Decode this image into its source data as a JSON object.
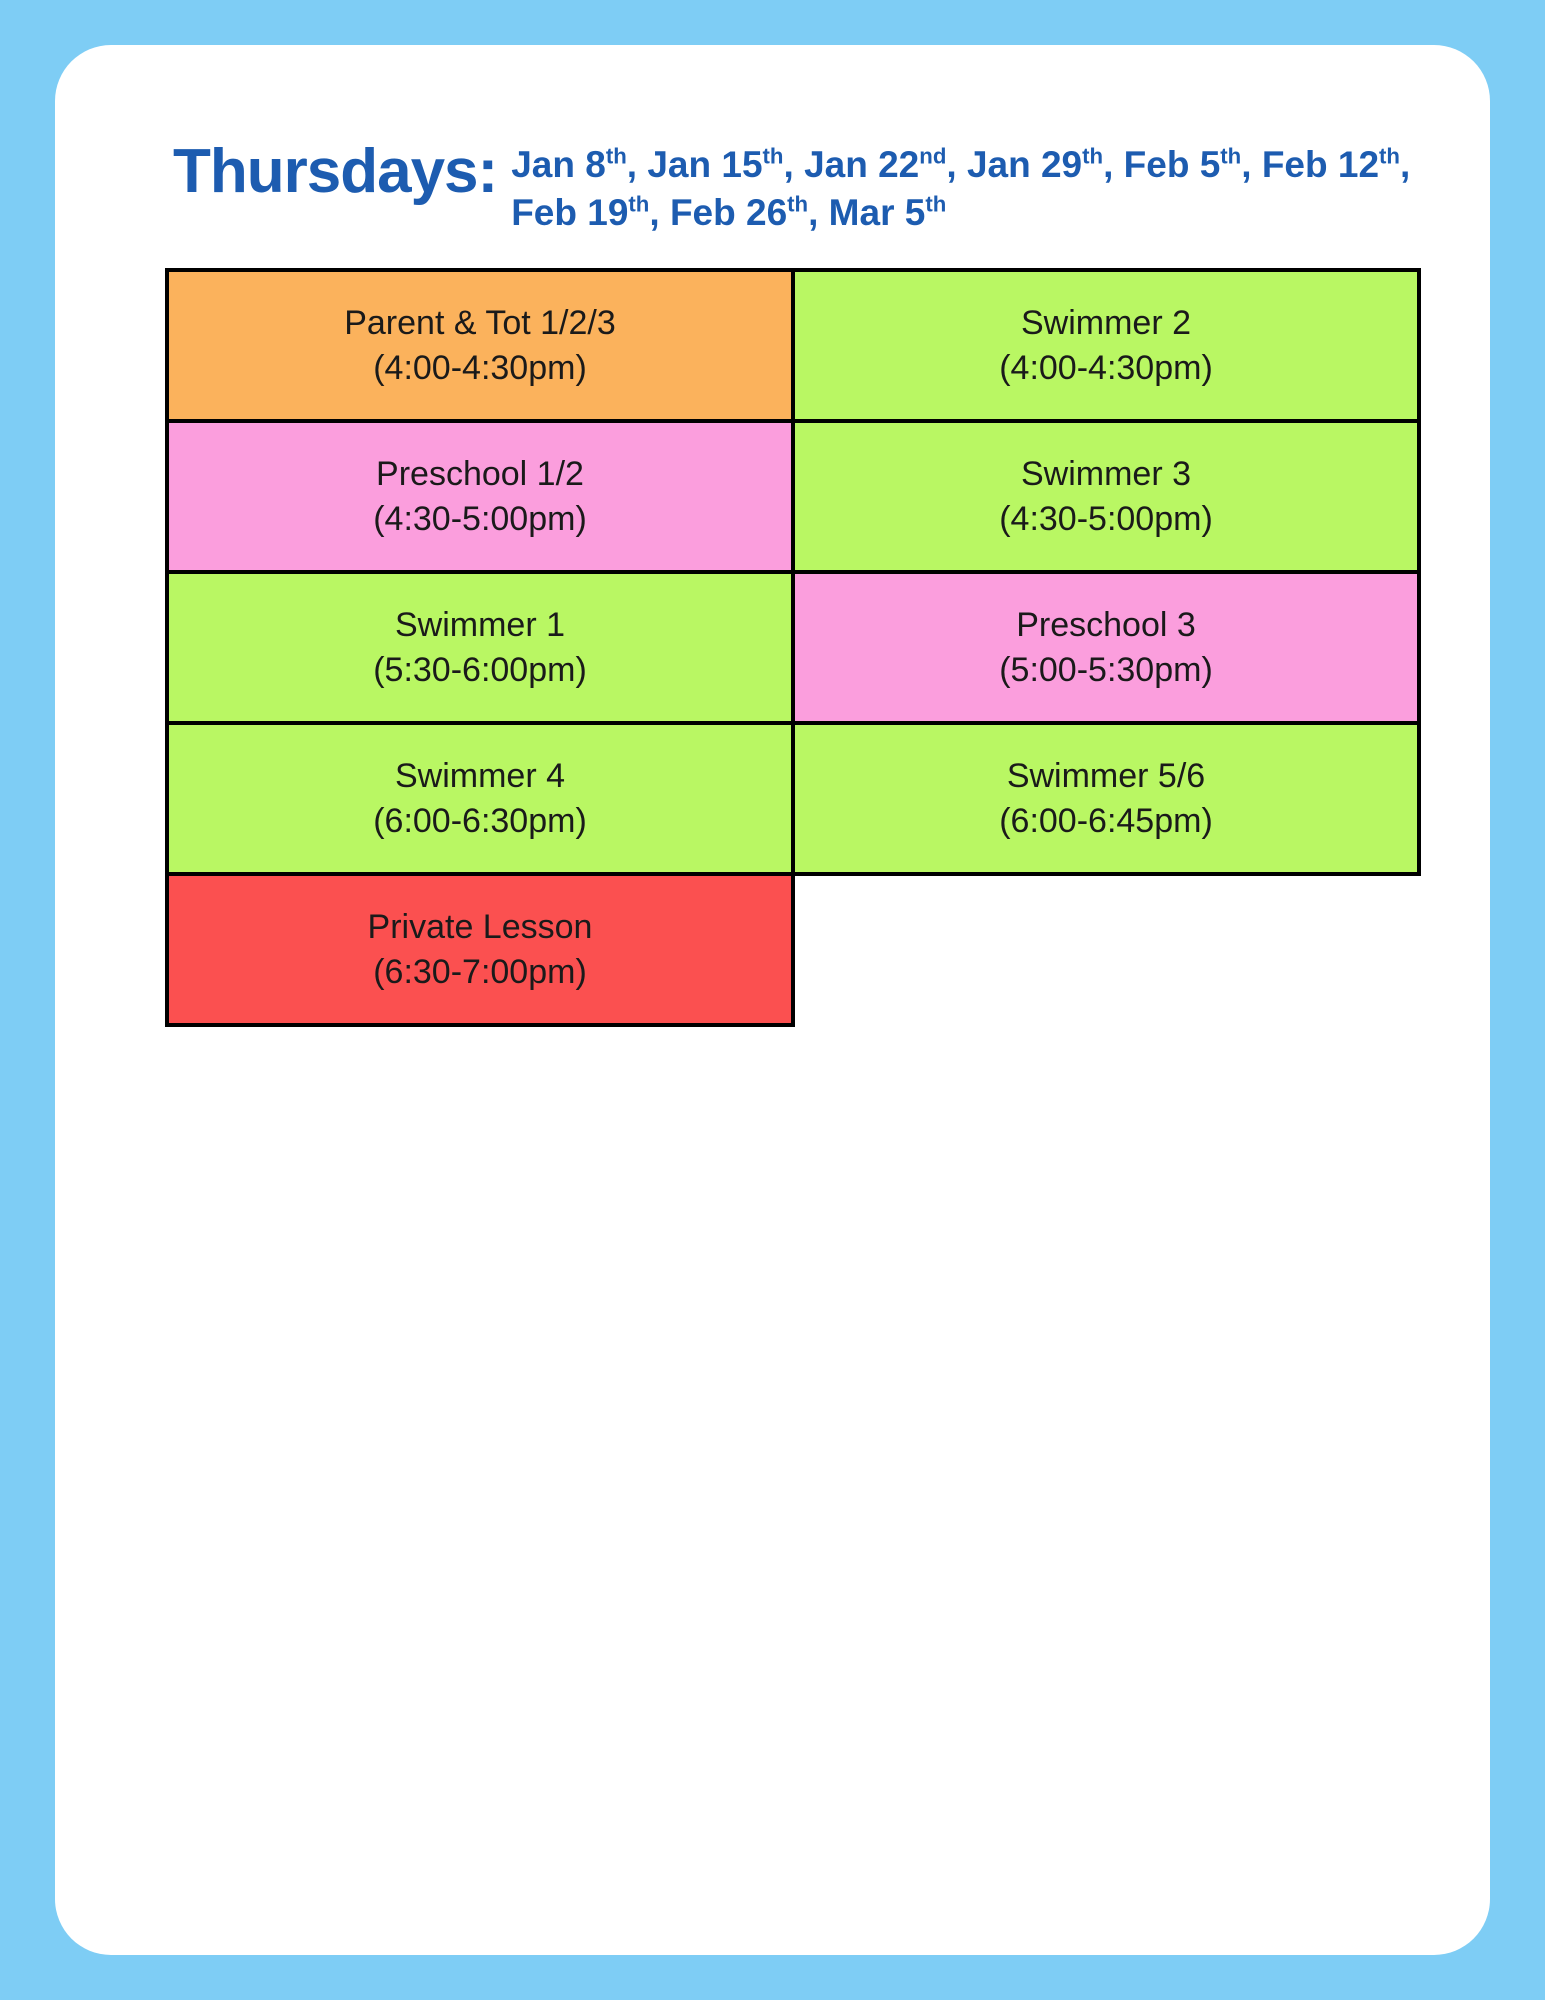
{
  "header": {
    "day_title": "Thursdays:",
    "dates_line_1": "Jan 8th, Jan 15th, Jan 22nd, Jan 29th, Feb 5th, Feb 12th,",
    "dates_line_2": "Feb 19th, Feb 26th, Mar 5th",
    "dates": [
      {
        "label": "Jan 8",
        "suffix": "th"
      },
      {
        "label": "Jan 15",
        "suffix": "th"
      },
      {
        "label": "Jan 22",
        "suffix": "nd"
      },
      {
        "label": "Jan 29",
        "suffix": "th"
      },
      {
        "label": "Feb 5",
        "suffix": "th"
      },
      {
        "label": "Feb 12",
        "suffix": "th"
      },
      {
        "label": "Feb 19",
        "suffix": "th"
      },
      {
        "label": "Feb 26",
        "suffix": "th"
      },
      {
        "label": "Mar 5",
        "suffix": "th"
      }
    ],
    "title_color": "#1d5cb0"
  },
  "colors": {
    "page_background": "#7ecdf5",
    "card_background": "#ffffff",
    "parent_tot": "#fbb25c",
    "preschool": "#fb9edd",
    "swimmer": "#b9f763",
    "private_lesson": "#fb5050",
    "cell_border": "#000000",
    "cell_text": "#1a1a1a"
  },
  "schedule": {
    "rows": [
      {
        "left": {
          "name": "Parent & Tot 1/2/3",
          "time": "(4:00-4:30pm)",
          "color_key": "parent_tot",
          "css": "c-orange"
        },
        "right": {
          "name": "Swimmer 2",
          "time": "(4:00-4:30pm)",
          "color_key": "swimmer",
          "css": "c-green"
        }
      },
      {
        "left": {
          "name": "Preschool 1/2",
          "time": "(4:30-5:00pm)",
          "color_key": "preschool",
          "css": "c-pink"
        },
        "right": {
          "name": "Swimmer 3",
          "time": "(4:30-5:00pm)",
          "color_key": "swimmer",
          "css": "c-green"
        }
      },
      {
        "left": {
          "name": "Swimmer 1",
          "time": "(5:30-6:00pm)",
          "color_key": "swimmer",
          "css": "c-green"
        },
        "right": {
          "name": "Preschool 3",
          "time": "(5:00-5:30pm)",
          "color_key": "preschool",
          "css": "c-pink"
        }
      },
      {
        "left": {
          "name": "Swimmer 4",
          "time": "(6:00-6:30pm)",
          "color_key": "swimmer",
          "css": "c-green"
        },
        "right": {
          "name": "Swimmer 5/6",
          "time": "(6:00-6:45pm)",
          "color_key": "swimmer",
          "css": "c-green"
        }
      },
      {
        "left": {
          "name": "Private Lesson",
          "time": "(6:30-7:00pm)",
          "color_key": "private_lesson",
          "css": "c-red"
        },
        "right": null
      }
    ]
  }
}
